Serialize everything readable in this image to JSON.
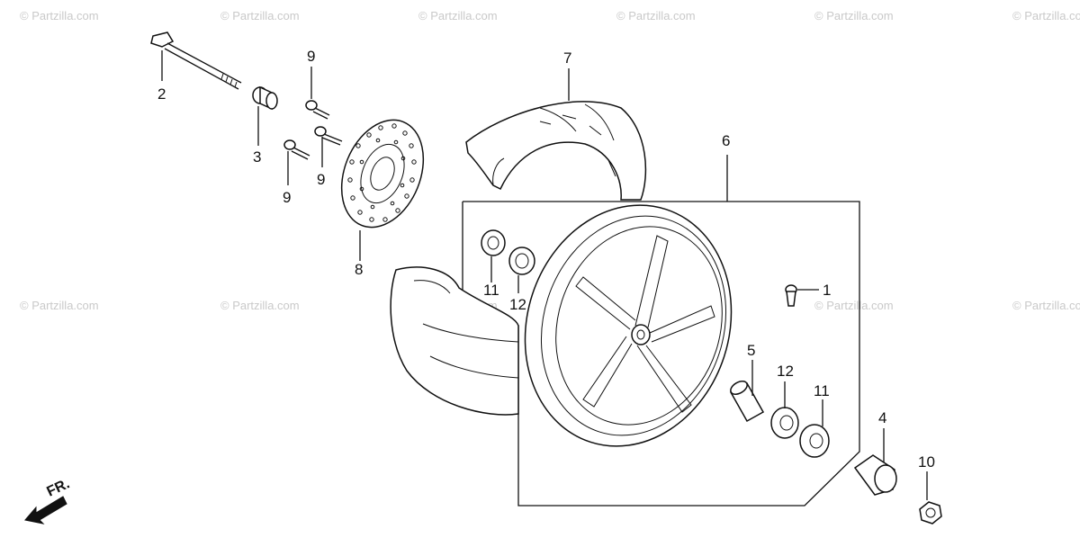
{
  "watermark": {
    "text": "© Partzilla.com"
  },
  "direction": {
    "label": "FR."
  },
  "callouts": {
    "c1": "1",
    "c2": "2",
    "c3": "3",
    "c4": "4",
    "c5": "5",
    "c6": "6",
    "c7": "7",
    "c8": "8",
    "c9a": "9",
    "c9b": "9",
    "c9c": "9",
    "c10": "10",
    "c11a": "11",
    "c11b": "11",
    "c12a": "12",
    "c12b": "12"
  },
  "colors": {
    "line": "#111111",
    "watermark": "#c9c9c9",
    "background": "#ffffff"
  }
}
